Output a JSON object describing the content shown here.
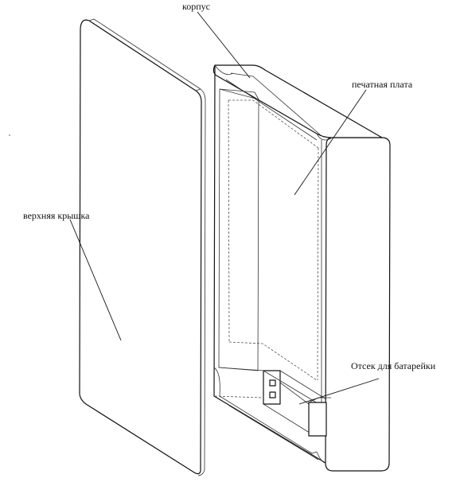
{
  "labels": {
    "body": "корпус",
    "circuit_board": "печатная плата",
    "top_cover": "верхняя крышка",
    "battery_compartment": "Отсек для батарейки"
  },
  "colors": {
    "line": "#111111",
    "background": "#ffffff"
  }
}
